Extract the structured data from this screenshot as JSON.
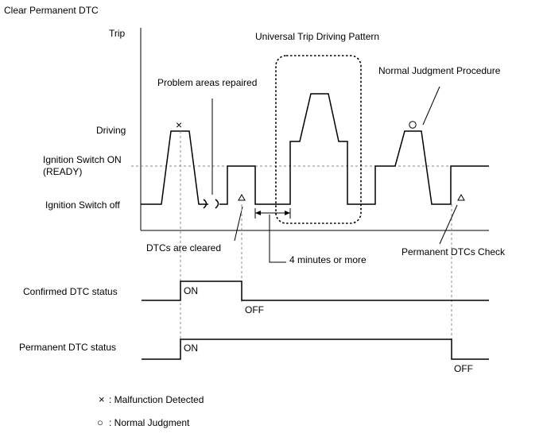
{
  "title": "Clear Permanent DTC",
  "labels": {
    "trip": "Trip",
    "driving": "Driving",
    "ignition_on_line1": "Ignition Switch ON",
    "ignition_on_line2": "(READY)",
    "ignition_off": "Ignition Switch off",
    "universal_pattern": "Universal Trip Driving Pattern",
    "normal_procedure": "Normal Judgment Procedure",
    "problem_repaired": "Problem areas repaired",
    "dtcs_cleared": "DTCs are cleared",
    "four_minutes": "4 minutes or more",
    "permanent_check": "Permanent DTCs Check",
    "confirmed_status": "Confirmed DTC status",
    "permanent_status": "Permanent DTC status",
    "on_1": "ON",
    "off_1": "OFF",
    "on_2": "ON",
    "off_2": "OFF"
  },
  "legend": [
    {
      "symbol": "×",
      "text": ": Malfunction Detected"
    },
    {
      "symbol": "○",
      "text": ": Normal Judgment"
    }
  ]
}
